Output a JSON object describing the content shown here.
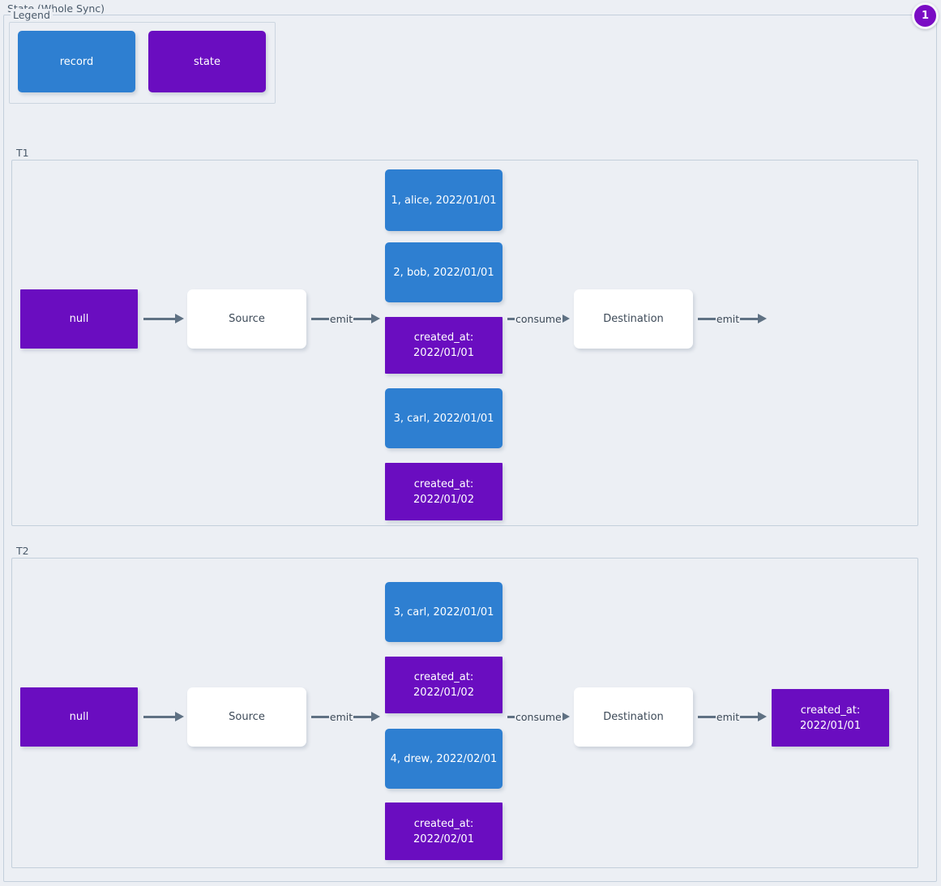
{
  "diagram": {
    "title": "State (Whole Sync)",
    "badge": "1",
    "colors": {
      "record": "#2e7fd1",
      "state": "#6a0dc0",
      "background": "#eceff4",
      "border": "#c3cfdb",
      "arrow": "#5f7183",
      "badge": "#7a0cc4"
    }
  },
  "legend": {
    "label": "Legend",
    "items": [
      {
        "label": "record",
        "kind": "record"
      },
      {
        "label": "state",
        "kind": "state"
      }
    ]
  },
  "tracks": [
    {
      "label": "T1",
      "initial_state": "null",
      "source": "Source",
      "destination": "Destination",
      "arrows": {
        "init_to_source": "",
        "source_emit": "emit",
        "consume": "consume",
        "dest_emit": "emit"
      },
      "stream": [
        {
          "kind": "record",
          "text": "1, alice, 2022/01/01"
        },
        {
          "kind": "record",
          "text": "2, bob, 2022/01/01"
        },
        {
          "kind": "state",
          "line1": "created_at:",
          "line2": "2022/01/01"
        },
        {
          "kind": "record",
          "text": "3, carl, 2022/01/01"
        },
        {
          "kind": "state",
          "line1": "created_at:",
          "line2": "2022/01/02"
        }
      ],
      "output": null
    },
    {
      "label": "T2",
      "initial_state": "null",
      "source": "Source",
      "destination": "Destination",
      "arrows": {
        "init_to_source": "",
        "source_emit": "emit",
        "consume": "consume",
        "dest_emit": "emit"
      },
      "stream": [
        {
          "kind": "record",
          "text": "3, carl, 2022/01/01"
        },
        {
          "kind": "state",
          "line1": "created_at:",
          "line2": "2022/01/02"
        },
        {
          "kind": "record",
          "text": "4, drew, 2022/02/01"
        },
        {
          "kind": "state",
          "line1": "created_at:",
          "line2": "2022/02/01"
        }
      ],
      "output": {
        "kind": "state",
        "line1": "created_at:",
        "line2": "2022/01/01"
      }
    }
  ]
}
